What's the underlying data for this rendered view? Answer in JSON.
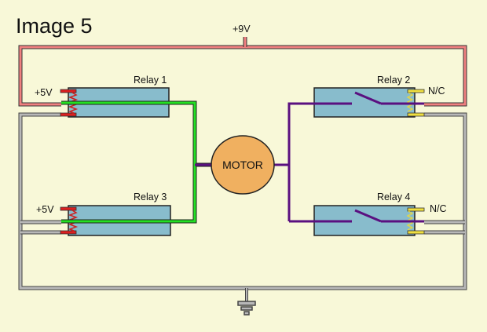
{
  "title": "Image 5",
  "supply_label": "+9V",
  "motor_label": "MOTOR",
  "ground_symbol": "ground-icon",
  "relays": [
    {
      "name": "Relay 1",
      "coil_label": "+5V",
      "side": "left"
    },
    {
      "name": "Relay 2",
      "contact_label": "N/C",
      "side": "right"
    },
    {
      "name": "Relay 3",
      "coil_label": "+5V",
      "side": "left"
    },
    {
      "name": "Relay 4",
      "contact_label": "N/C",
      "side": "right"
    }
  ],
  "colors": {
    "background": "#f8f8d8",
    "positive_wire": "#f08080",
    "ground_wire": "#a0a0a0",
    "green_wire": "#22e022",
    "purple_wire": "#5a1080",
    "relay_body": "#88bccc",
    "coil": "#cc2020",
    "contact": "#f0e040",
    "motor": "#f0b060"
  }
}
